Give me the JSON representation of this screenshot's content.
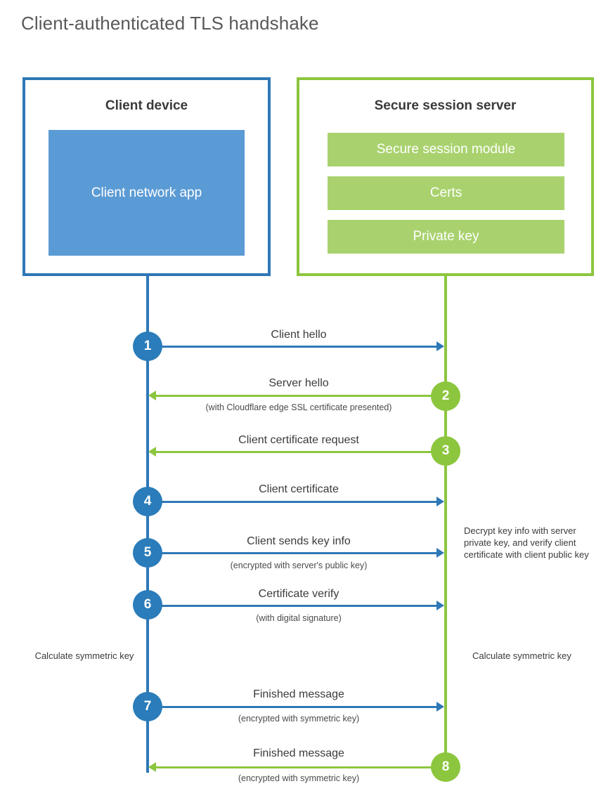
{
  "title": "Client-authenticated TLS handshake",
  "colors": {
    "client_border": "#2e78b7",
    "client_fill": "#5b9bd5",
    "server_border": "#8cc63e",
    "server_fill": "#a9d26e",
    "client_circle": "#2a7cba",
    "server_circle": "#8cc63e",
    "title_text": "#58595b"
  },
  "client": {
    "title": "Client device",
    "app_label": "Client network app"
  },
  "server": {
    "title": "Secure session server",
    "components": [
      {
        "label": "Secure session module"
      },
      {
        "label": "Certs"
      },
      {
        "label": "Private key"
      }
    ]
  },
  "steps": [
    {
      "number": "1",
      "label": "Client hello",
      "sub": "",
      "direction": "client-to-server",
      "side": "client"
    },
    {
      "number": "2",
      "label": "Server hello",
      "sub": "(with Cloudflare edge SSL certificate presented)",
      "direction": "server-to-client",
      "side": "server"
    },
    {
      "number": "3",
      "label": "Client certificate request",
      "sub": "",
      "direction": "server-to-client",
      "side": "server"
    },
    {
      "number": "4",
      "label": "Client certificate",
      "sub": "",
      "direction": "client-to-server",
      "side": "client"
    },
    {
      "number": "5",
      "label": "Client sends key info",
      "sub": "(encrypted with server's public key)",
      "direction": "client-to-server",
      "side": "client"
    },
    {
      "number": "6",
      "label": "Certificate verify",
      "sub": "(with digital signature)",
      "direction": "client-to-server",
      "side": "client"
    },
    {
      "number": "7",
      "label": "Finished message",
      "sub": "(encrypted with symmetric key)",
      "direction": "client-to-server",
      "side": "client"
    },
    {
      "number": "8",
      "label": "Finished message",
      "sub": "(encrypted with symmetric key)",
      "direction": "server-to-client",
      "side": "server"
    }
  ],
  "annotations": {
    "server_decrypt": "Decrypt key info with server private key, and verify client certificate with client public key",
    "client_calculate": "Calculate symmetric key",
    "server_calculate": "Calculate symmetric key"
  }
}
